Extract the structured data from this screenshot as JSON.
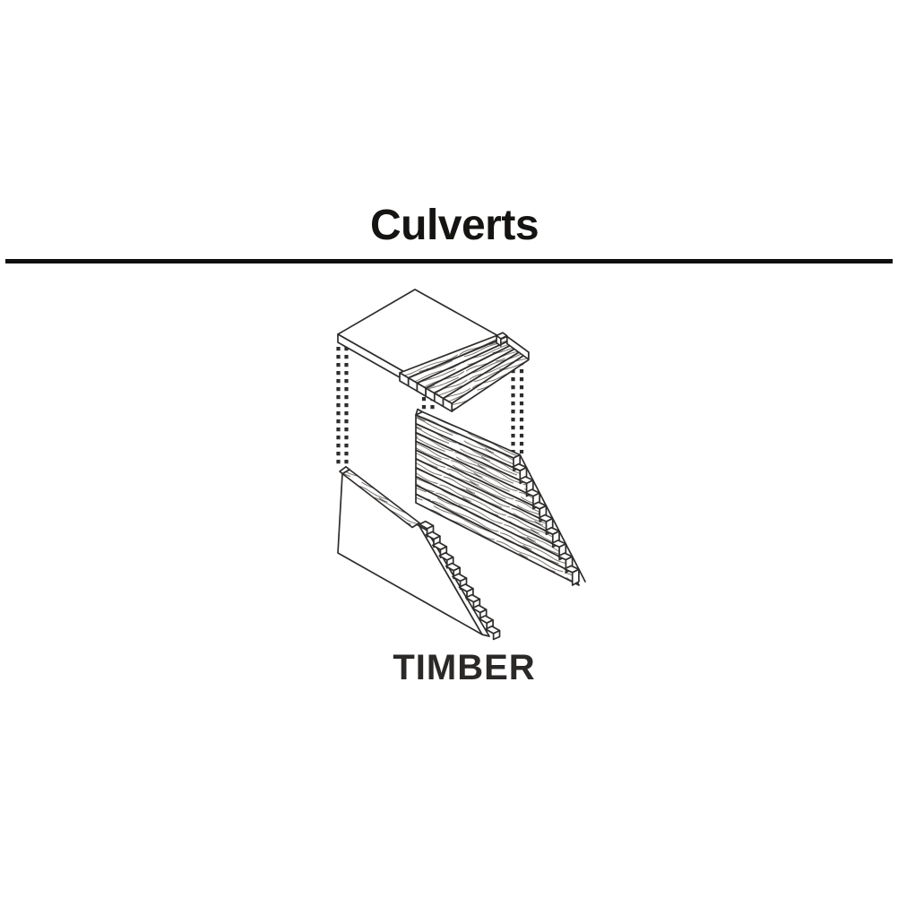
{
  "page": {
    "background": "#ffffff",
    "rule_color": "#0f0f0f"
  },
  "header": {
    "title": "Culverts"
  },
  "figure": {
    "label": "TIMBER",
    "line_color": "#2f2d2c",
    "description": "Exploded axonometric line drawing of a timber culvert: plank-topped road deck, stacked-timber sidewall with stepped end, and timber headwall panel with stepped sloped edge, aligned by dashed projection lines"
  }
}
